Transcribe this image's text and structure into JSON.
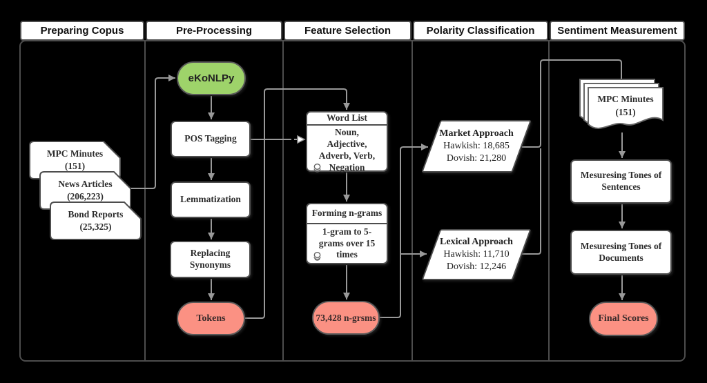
{
  "columns": [
    {
      "label": "Preparing Copus"
    },
    {
      "label": "Pre-Processing"
    },
    {
      "label": "Feature Selection"
    },
    {
      "label": "Polarity Classification"
    },
    {
      "label": "Sentiment Measurement"
    }
  ],
  "preparing": {
    "cards": [
      {
        "title": "MPC Minutes",
        "count": "(151)"
      },
      {
        "title": "News Articles",
        "count": "(206,223)"
      },
      {
        "title": "Bond Reports",
        "count": "(25,325)"
      }
    ]
  },
  "preprocessing": {
    "tool": "eKoNLPy",
    "pos": "POS Tagging",
    "lemma": "Lemmatization",
    "syn": "Replacing Synonyms",
    "output": "Tokens"
  },
  "feature": {
    "word_list_title": "Word List",
    "word_list_body": "Noun, Adjective, Adverb, Verb, Negation",
    "ngrams_title": "Forming n-grams",
    "ngrams_body": "1-gram to 5-grams over 15 times",
    "output": "73,428 n-grsms"
  },
  "polarity": {
    "market_title": "Market Approach",
    "market_hawkish": "Hawkish: 18,685",
    "market_dovish": "Dovish: 21,280",
    "lexical_title": "Lexical Approach",
    "lexical_hawkish": "Hawkish: 11,710",
    "lexical_dovish": "Dovish: 12,246"
  },
  "sentiment": {
    "doc_title": "MPC Minutes",
    "doc_count": "(151)",
    "sentences": "Mesuresing Tones of Sentences",
    "documents": "Mesuresing Tones of Documents",
    "output": "Final Scores"
  },
  "colors": {
    "green": "#9ed36a",
    "salmon": "#fb9183",
    "connector": "#999999",
    "border": "#4d4d4d"
  }
}
